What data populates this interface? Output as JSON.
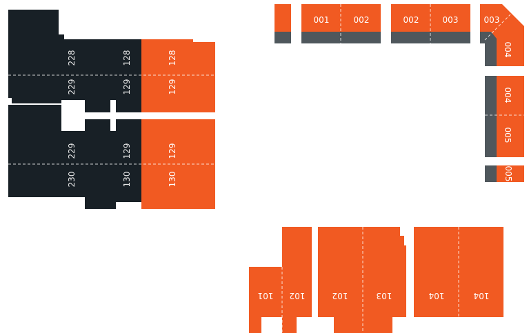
{
  "colors": {
    "available": "#f15a22",
    "unavailable": "#182026",
    "aisle": "#4f575c",
    "divider": "#ffffff",
    "background": "#ffffff"
  },
  "sections": {
    "s001": "001",
    "s002a": "002",
    "s002b": "002",
    "s003a": "003",
    "s003b": "003",
    "s004a": "004",
    "s004b": "004",
    "s005a": "005",
    "s005b": "005",
    "s101": "101",
    "s102a": "102",
    "s102b": "102",
    "s103": "103",
    "s104a": "104",
    "s104b": "104",
    "s128a": "128",
    "s128b": "128",
    "s129a": "129",
    "s129b": "129",
    "s129c": "129",
    "s129d": "129",
    "s130a": "130",
    "s130b": "130",
    "s228": "228",
    "s229a": "229",
    "s229b": "229",
    "s230": "230"
  }
}
